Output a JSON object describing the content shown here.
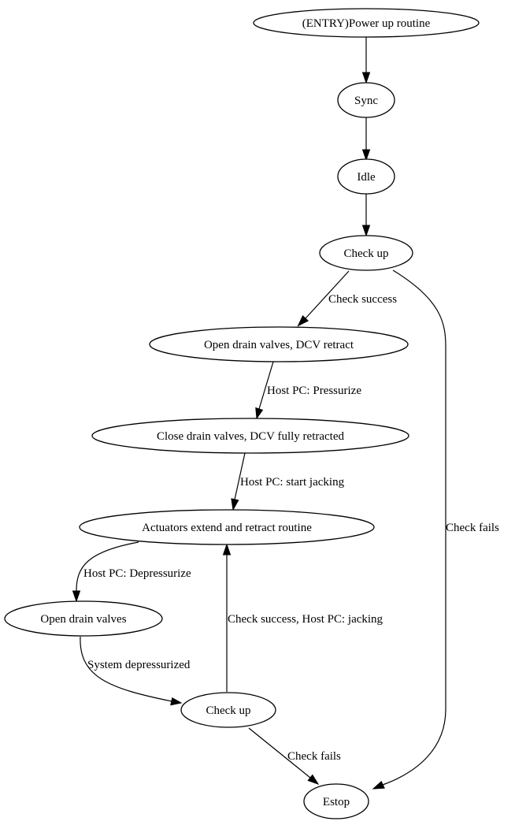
{
  "diagram": {
    "nodes": {
      "entry": "(ENTRY)Power up routine",
      "sync": "Sync",
      "idle": "Idle",
      "check_up_1": "Check up",
      "open_drain_dcv": "Open drain valves, DCV retract",
      "close_drain_dcv": "Close drain valves, DCV fully retracted",
      "actuators": "Actuators extend and retract routine",
      "open_drain": "Open drain valves",
      "check_up_2": "Check up",
      "estop": "Estop"
    },
    "edges": {
      "check_success": "Check success",
      "pressurize": "Host PC: Pressurize",
      "start_jacking": "Host PC: start jacking",
      "depressurize": "Host PC: Depressurize",
      "system_depressurized": "System depressurized",
      "check_success_jacking": "Check success, Host PC: jacking",
      "check_fails_1": "Check fails",
      "check_fails_2": "Check fails"
    },
    "colors": {
      "stroke": "#000000",
      "fill": "#ffffff",
      "text": "#000000"
    }
  }
}
